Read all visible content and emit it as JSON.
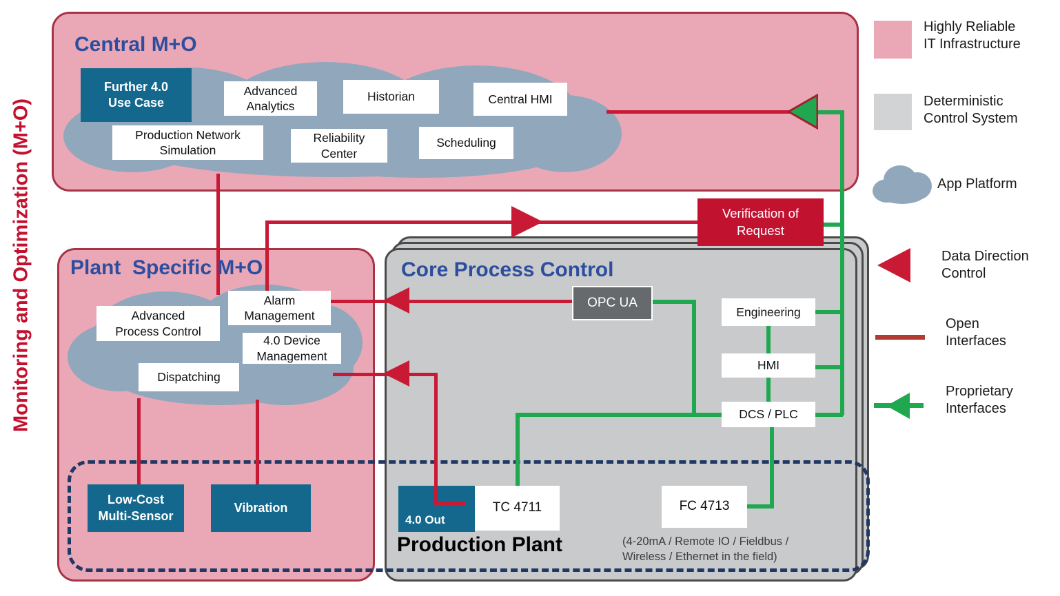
{
  "left_title": "Monitoring and Optimization (M+O)",
  "central": {
    "title": "Central M+O",
    "use_case": "Further 4.0\nUse Case",
    "apps": [
      "Advanced\nAnalytics",
      "Historian",
      "Central HMI",
      "Production Network\nSimulation",
      "Reliability\nCenter",
      "Scheduling"
    ]
  },
  "plant": {
    "title": "Plant  Specific M+O",
    "apps": [
      "Advanced\nProcess Control",
      "Alarm\nManagement",
      "4.0 Device\nManagement",
      "Dispatching"
    ],
    "sensors": [
      "Low-Cost\nMulti-Sensor",
      "Vibration"
    ]
  },
  "core": {
    "title": "Core Process Control",
    "opc_ua": "OPC UA",
    "stack": [
      "Engineering",
      "HMI",
      "DCS / PLC"
    ],
    "tc_device": "TC 4711",
    "fc_device": "FC 4713",
    "out_label": "4.0 Out",
    "plant_label": "Production Plant",
    "field_note": "(4-20mA / Remote IO / Fieldbus /\nWireless / Ethernet in the field)"
  },
  "verification": "Verification of\nRequest",
  "legend": {
    "it_infra": "Highly Reliable\nIT Infrastructure",
    "dcs": "Deterministic\nControl System",
    "app_platform": "App Platform",
    "data_direction": "Data Direction\nControl",
    "open_if": "Open\nInterfaces",
    "prop_if": "Proprietary\nInterfaces"
  },
  "colors": {
    "pink_fill": "#eaa8b7",
    "pink_border": "#a73345",
    "gray_fill": "#c9cacb",
    "cloud": "#90a7bc",
    "teal": "#14688d",
    "red_line": "#c81a35",
    "green_line": "#1fa84f",
    "verification_red": "#c11330",
    "navy_dash": "#203864",
    "title_blue": "#2d4e9e"
  }
}
